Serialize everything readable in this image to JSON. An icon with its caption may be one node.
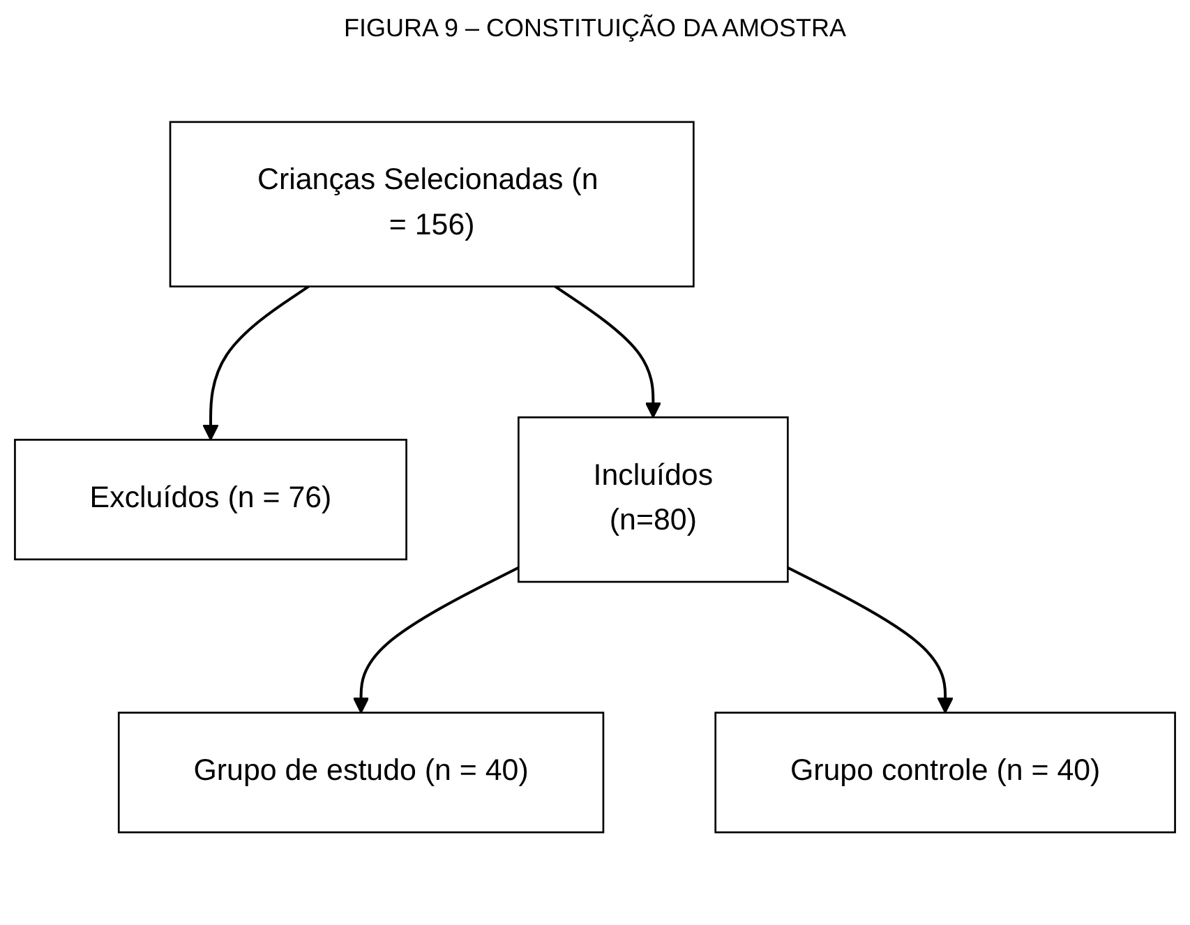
{
  "diagram": {
    "title": "FIGURA 9 – CONSTITUIÇÃO DA AMOSTRA",
    "nodes": [
      {
        "text": [
          "Crianças Selecionadas (n = 156)"
        ]
      },
      {
        "text": [
          "Excluídos (n = 76)"
        ]
      },
      {
        "text": [
          "Incluídos",
          "(n=80)"
        ]
      },
      {
        "text": [
          "Grupo de estudo (n = 40)"
        ]
      },
      {
        "text": [
          "Grupo controle (n = 40)"
        ]
      }
    ],
    "edges": [
      {
        "from": 0,
        "to": 2,
        "arrow": "to"
      },
      {
        "from": 0,
        "to": 1,
        "arrow": "to"
      },
      {
        "from": 2,
        "to": 3,
        "arrow": "to"
      },
      {
        "from": 2,
        "to": 4,
        "arrow": "to"
      }
    ]
  }
}
